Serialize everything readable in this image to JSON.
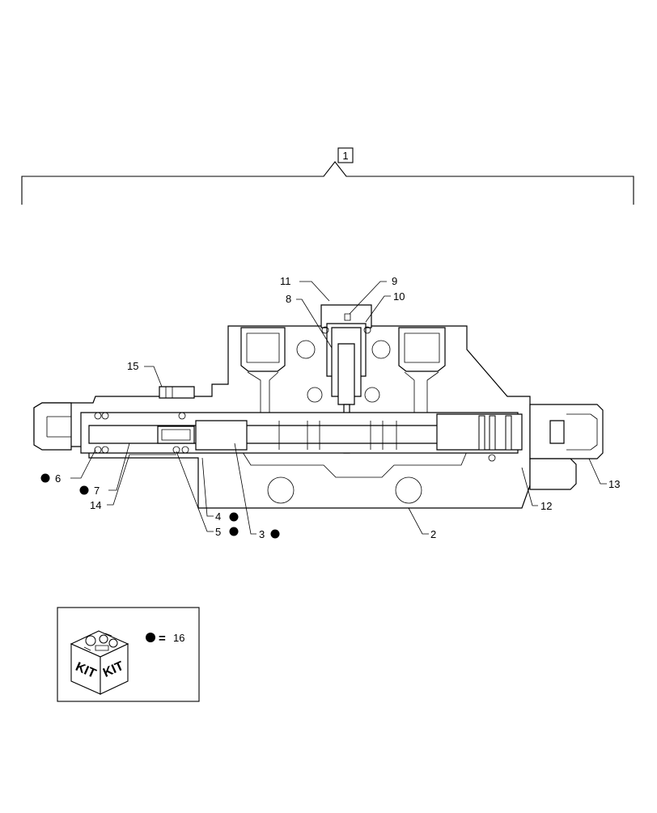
{
  "assembly_label": "1",
  "callouts": [
    "2",
    "3",
    "4",
    "5",
    "6",
    "7",
    "8",
    "9",
    "10",
    "11",
    "12",
    "13",
    "14",
    "15"
  ],
  "kit": {
    "box_text_left": "KIT",
    "box_text_right": "KIT",
    "equals": "=",
    "kit_number": "16"
  }
}
